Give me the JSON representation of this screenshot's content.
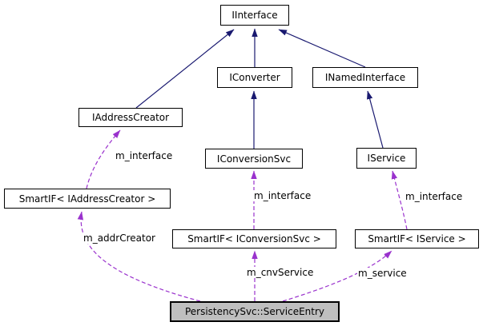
{
  "diagram": {
    "kind": "collaboration-graph",
    "colors": {
      "inheritance_edge": "#191970",
      "usage_edge": "#9a32cd",
      "node_fill": "#ffffff",
      "node_border": "#000000",
      "focus_node_fill": "#bfbfbf",
      "text": "#000000",
      "background": "#ffffff"
    },
    "nodes": [
      {
        "id": "iinterface",
        "label": "IInterface"
      },
      {
        "id": "iconverter",
        "label": "IConverter"
      },
      {
        "id": "inamedinterface",
        "label": "INamedInterface"
      },
      {
        "id": "iaddresscreator",
        "label": "IAddressCreator"
      },
      {
        "id": "iconversionsvc",
        "label": "IConversionSvc"
      },
      {
        "id": "iservice",
        "label": "IService"
      },
      {
        "id": "smartif-iaddresscreator",
        "label": "SmartIF< IAddressCreator >"
      },
      {
        "id": "smartif-iconversionsvc",
        "label": "SmartIF< IConversionSvc >"
      },
      {
        "id": "smartif-iservice",
        "label": "SmartIF< IService >"
      },
      {
        "id": "persistencysvc-serviceentry",
        "label": "PersistencySvc::ServiceEntry"
      }
    ],
    "edge_labels": [
      {
        "text": "m_interface"
      },
      {
        "text": "m_interface"
      },
      {
        "text": "m_interface"
      },
      {
        "text": "m_addrCreator"
      },
      {
        "text": "m_cnvService"
      },
      {
        "text": "m_service"
      }
    ]
  }
}
